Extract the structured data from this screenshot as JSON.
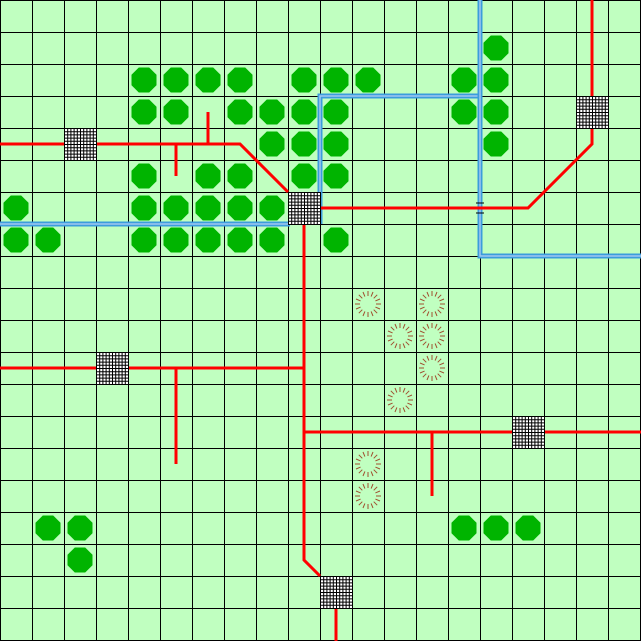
{
  "map": {
    "grid_cols": 20,
    "grid_rows": 20,
    "colors": {
      "ground": "#c0ffc0",
      "grid": "#000000",
      "tree": "#00b400",
      "dead_bush": "#a05030",
      "power_line": "#ff0000",
      "water_pipe": "#3c9cdc",
      "water_pipe_core": "#a0c8f0",
      "building_fill": "#ffffff",
      "building_grid": "#000000"
    },
    "tile_types": [
      "tree",
      "dead-bush",
      "building",
      "power-line",
      "water-pipe"
    ]
  }
}
